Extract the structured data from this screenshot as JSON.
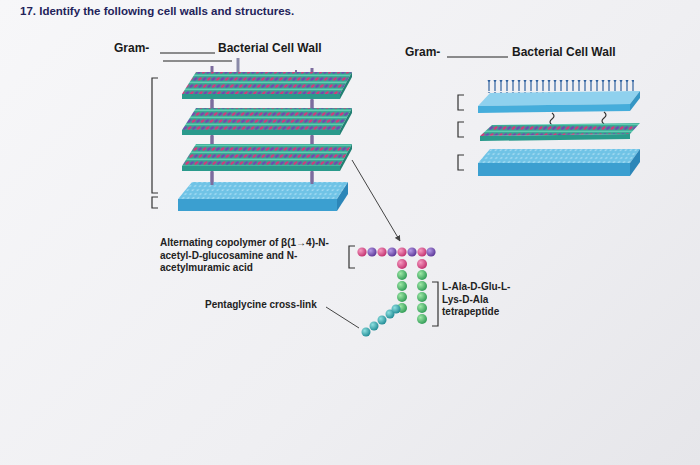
{
  "diagram": {
    "title": "17. Identify the following cell walls and structures.",
    "labels": [
      "Gram-",
      "Bacterial Cell Wall",
      "Gram-",
      "Bacterial Cell Wall",
      "Alternating copolymer of β(1→4)-N-acetyl-D-glucosamine and N-acetylmuramic acid",
      "Pentaglycine cross-link",
      "L-Ala-D-Glu-L-Lys-D-Ala tetrapeptide"
    ]
  }
}
